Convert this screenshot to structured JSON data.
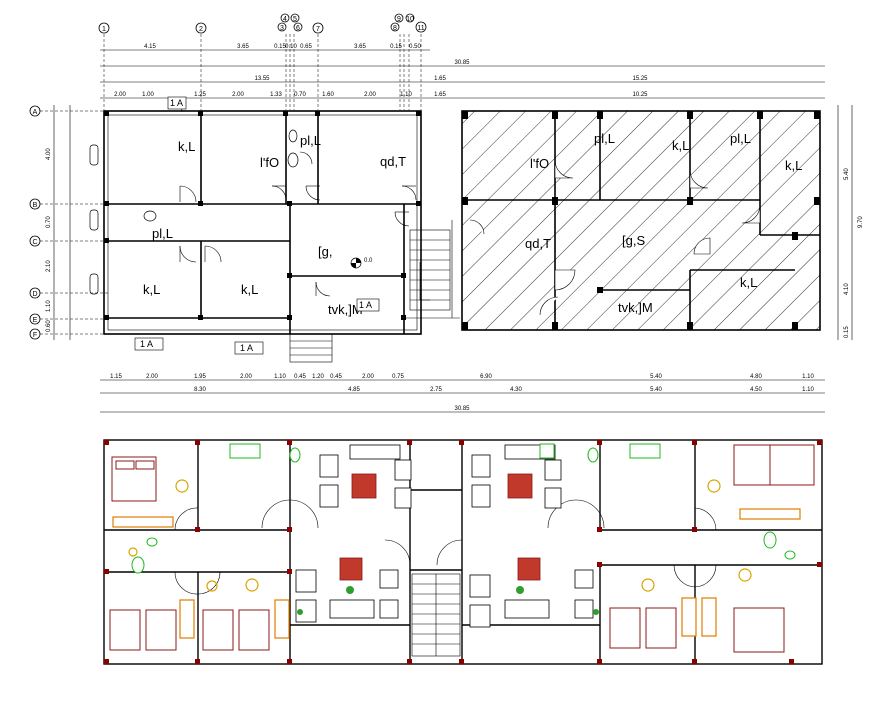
{
  "grid_top": [
    "1",
    "2",
    "3",
    "4",
    "5",
    "6",
    "7",
    "8",
    "9",
    "10",
    "11"
  ],
  "grid_left": [
    "A",
    "B",
    "C",
    "D",
    "E",
    "F"
  ],
  "top_dims_row1": [
    "4.15",
    "3.65",
    "0.15",
    "0.10",
    "0.65",
    "3.65",
    "0.15",
    "0.50"
  ],
  "top_dims_row2": {
    "left": "13.55",
    "mid": "1.65",
    "right": "15.25",
    "total": "30.85"
  },
  "top_dims_row3": [
    "2.00",
    "1.00",
    "1.25",
    "2.00",
    "1.33",
    "0.70",
    "1.60",
    "2.00",
    "1.10",
    "1.65",
    "10.25"
  ],
  "bottom_dims_row1": [
    "1.15",
    "2.00",
    "1.95",
    "2.00",
    "1.10",
    "0.45",
    "1.20",
    "0.45",
    "2.00",
    "0.75",
    "6.90",
    "5.40",
    "4.80",
    "1.10"
  ],
  "bottom_dims_row2": [
    "8.30",
    "4.85",
    "2.75",
    "4.30",
    "5.40",
    "4.50",
    "1.10"
  ],
  "bottom_total": "30.85",
  "left_dims": [
    "4.00",
    "0.70",
    "2.10",
    "1.10",
    "0.60"
  ],
  "right_dims": [
    "5.40",
    "4.10",
    "0.15",
    "9.70"
  ],
  "rooms": {
    "kl_1": "k,L",
    "pl_1": "pl,L",
    "fo_1": "l'fO",
    "pl_2": "pl,L",
    "qdt_1": "qd,T",
    "kl_2": "k,L",
    "kl_3": "k,L",
    "gd_1": "[g,",
    "tvk_1": "tvk,]M",
    "fo_2": "l'fO",
    "pl_3": "pl,L",
    "kl_4": "k,L",
    "pl_4": "pl,L",
    "kl_5": "k,L",
    "qdt_2": "qd,T",
    "gs_1": "[g,S",
    "kl_6": "k,L",
    "tvk_2": "tvk,]M"
  },
  "section_tags": [
    "1 A",
    "1 A",
    "1 A",
    "1 A"
  ],
  "level": "0.0",
  "colors": {
    "line": "#000000",
    "bed": "#8b1a1a",
    "wood": "#e07b00",
    "plant": "#2e9e2e",
    "sink": "#1fb81f",
    "fixture": "#d9a400",
    "column": "#8b0000"
  }
}
